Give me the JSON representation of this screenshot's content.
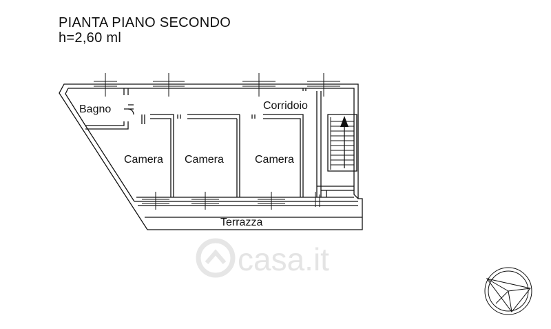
{
  "header": {
    "title": "PIANTA PIANO SECONDO",
    "height_note": "h=2,60 ml"
  },
  "rooms": {
    "bagno": "Bagno",
    "corridoio": "Corridoio",
    "camera_1": "Camera",
    "camera_2": "Camera",
    "camera_3": "Camera",
    "terrazza": "Terrazza"
  },
  "watermark": "casa.it",
  "colors": {
    "lines": "#111111",
    "watermark": "#e4e4e4"
  },
  "icons": {
    "stairs_arrow": "arrow-up-icon",
    "compass": "north-arrow-icon"
  }
}
